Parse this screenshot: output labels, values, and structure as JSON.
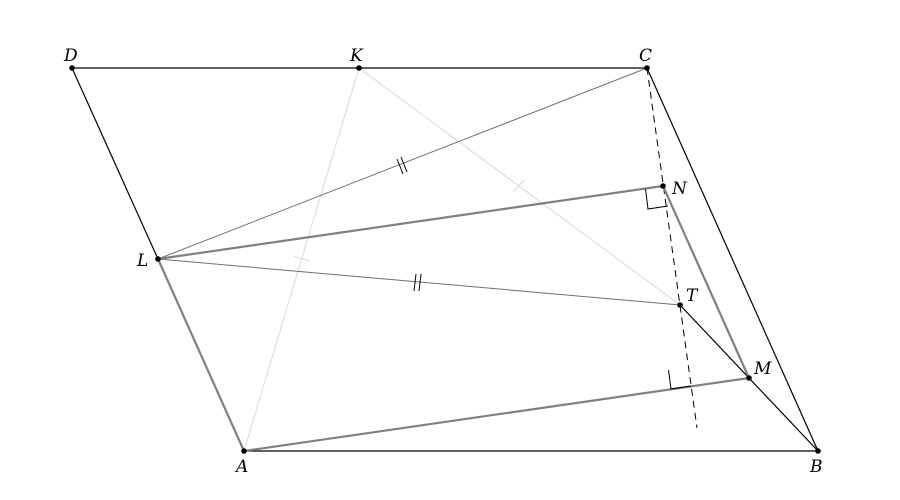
{
  "points": [
    {
      "id": "D",
      "label": "D"
    },
    {
      "id": "K",
      "label": "K"
    },
    {
      "id": "C",
      "label": "C"
    },
    {
      "id": "N",
      "label": "N"
    },
    {
      "id": "L",
      "label": "L"
    },
    {
      "id": "T",
      "label": "T"
    },
    {
      "id": "M",
      "label": "M"
    },
    {
      "id": "A",
      "label": "A"
    },
    {
      "id": "B",
      "label": "B"
    }
  ],
  "colors": {
    "main": "#000000",
    "thick_gray": "#808080",
    "mid_gray": "#707070",
    "light_gray": "#d9d9d9"
  }
}
